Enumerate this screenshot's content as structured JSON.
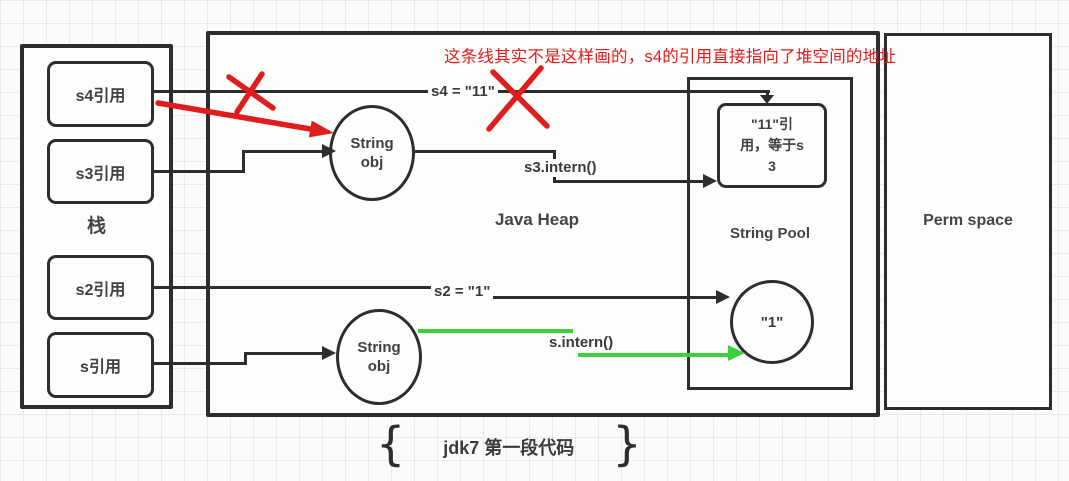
{
  "colors": {
    "line": "#2d2d2d",
    "green": "#3ccf3c",
    "red": "#e01d1d"
  },
  "annotation": {
    "text": "这条线其实不是这样画的，s4的引用直接指向了堆空间的地址"
  },
  "stack": {
    "label": "栈",
    "refs": [
      "s4引用",
      "s3引用",
      "s2引用",
      "s引用"
    ]
  },
  "heap": {
    "label": "Java Heap",
    "string_obj": "String obj"
  },
  "pool": {
    "label": "String Pool",
    "ref11_lines": [
      "\"11\"引",
      "用，等于s",
      "3"
    ],
    "literal_one": "\"1\""
  },
  "perm": {
    "label": "Perm space"
  },
  "edges": {
    "s4": "s4 = \"11\"",
    "s3_intern": "s3.intern()",
    "s2": "s2 = \"1\"",
    "s_intern": "s.intern()"
  },
  "caption": {
    "left_brace": "{",
    "text": "jdk7 第一段代码",
    "right_brace": "}"
  }
}
